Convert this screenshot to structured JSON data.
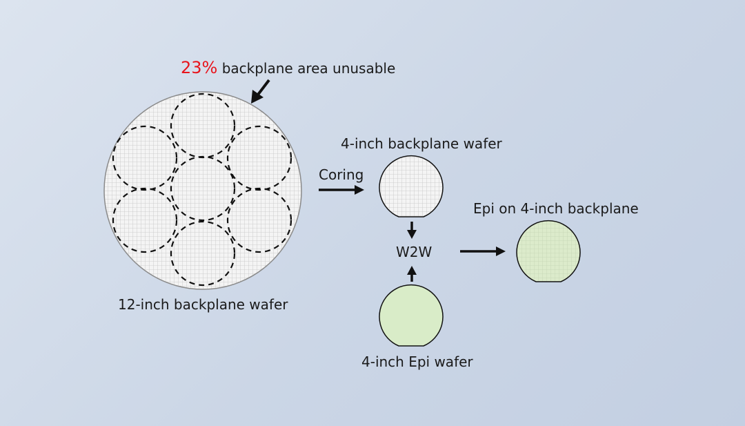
{
  "annotation": {
    "percent": "23%",
    "text": " backplane area unusable"
  },
  "wafer_12in": {
    "label": "12-inch backplane wafer"
  },
  "coring": {
    "label": "Coring"
  },
  "wafer_4in_backplane": {
    "label": "4-inch backplane wafer"
  },
  "w2w": {
    "label": "W2W"
  },
  "wafer_4in_epi": {
    "label": "4-inch Epi wafer"
  },
  "result": {
    "label": "Epi on 4-inch backplane"
  },
  "colors": {
    "background": "#cfd9e8",
    "grid": "#c9c9c9",
    "wafer_fill": "#f4f4f4",
    "epi_fill": "#d9ecc8",
    "highlight": "#e8141c",
    "outline": "#1a1a1a"
  }
}
